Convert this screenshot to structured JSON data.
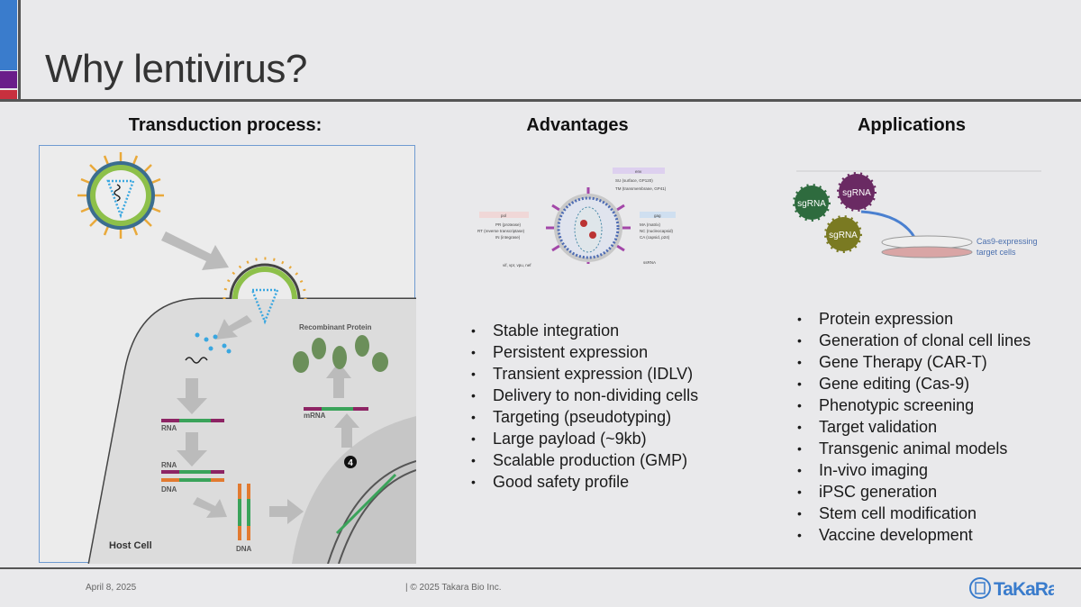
{
  "title": "Why lentivirus?",
  "columns": {
    "transduction": "Transduction process:",
    "advantages": "Advantages",
    "applications": "Applications"
  },
  "transduction_diagram": {
    "recombinant_protein": "Recombinant Protein",
    "rna": "RNA",
    "rna2": "RNA",
    "dna": "DNA",
    "dna2": "DNA",
    "mrna": "mRNA",
    "step": "4",
    "host_cell": "Host Cell"
  },
  "virus_diagram": {
    "env": "env",
    "su": "SU (surface, GP120)",
    "tm": "TM (transmembrane, GP41)",
    "pol": "pol",
    "pr": "PR (protease)",
    "rt": "RT (reverse transcriptase)",
    "in": "IN (integrase)",
    "gag": "gag",
    "ma": "MA (matrix)",
    "nc": "NC (nucleocapsid)",
    "ca": "CA (capsid, p24)",
    "accessory": "vif, vpr, vpu, nef",
    "ssrna": "ssRNA"
  },
  "applications_diagram": {
    "sgrna": "sgRNA",
    "target1": "Cas9-expressing",
    "target2": "target cells"
  },
  "advantages": [
    "Stable integration",
    "Persistent expression",
    "Transient expression (IDLV)",
    "Delivery to non-dividing cells",
    "Targeting (pseudotyping)",
    "Large payload (~9kb)",
    "Scalable production (GMP)",
    "Good safety profile"
  ],
  "applications": [
    "Protein expression",
    "Generation of clonal cell lines",
    "Gene Therapy (CAR-T)",
    "Gene editing (Cas-9)",
    "Phenotypic screening",
    "Target validation",
    "Transgenic animal models",
    "In-vivo imaging",
    "iPSC generation",
    "Stem cell modification",
    "Vaccine development"
  ],
  "footer": {
    "date": "April 8, 2025",
    "copyright": "| © 2025 Takara Bio Inc.",
    "logo": "TaKaRa"
  },
  "colors": {
    "blue": "#3a7ccc",
    "purple": "#6a1d8a",
    "red": "#c8303e"
  }
}
